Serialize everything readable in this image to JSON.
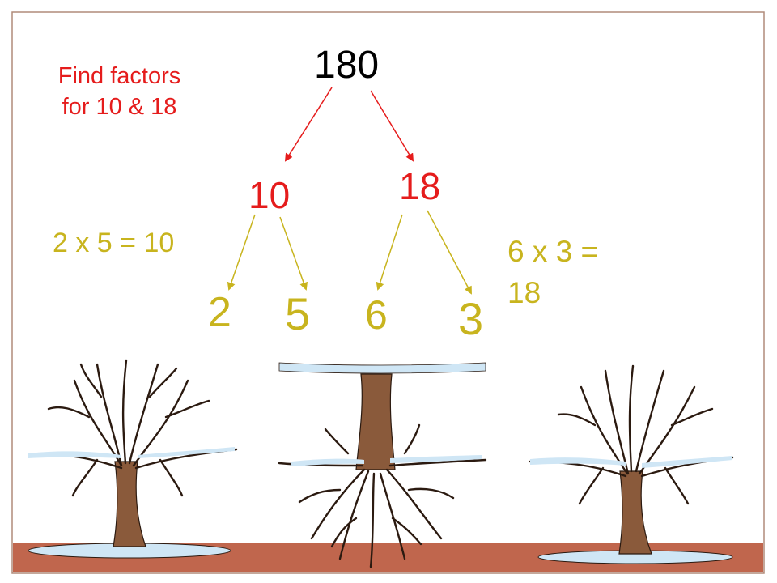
{
  "colors": {
    "frame": "#b08b7a",
    "root": "#000000",
    "red": "#e51c1c",
    "gold": "#c8b41e",
    "ground": "#c0664d",
    "bark": "#8a5a3b",
    "bark_outline": "#2b1a10",
    "snow": "#cfe6f5"
  },
  "tree": {
    "root": "180",
    "level1": [
      "10",
      "18"
    ],
    "level2": [
      "2",
      "5",
      "6",
      "3"
    ]
  },
  "instruction": {
    "line1": "Find factors",
    "line2": "for 10 & 18"
  },
  "equations": {
    "left": "2 x 5 = 10",
    "right_line1": "6 x 3 =",
    "right_line2": "18"
  },
  "icons": [
    "bare-tree-icon",
    "tree-roots-icon",
    "bare-tree-icon"
  ]
}
